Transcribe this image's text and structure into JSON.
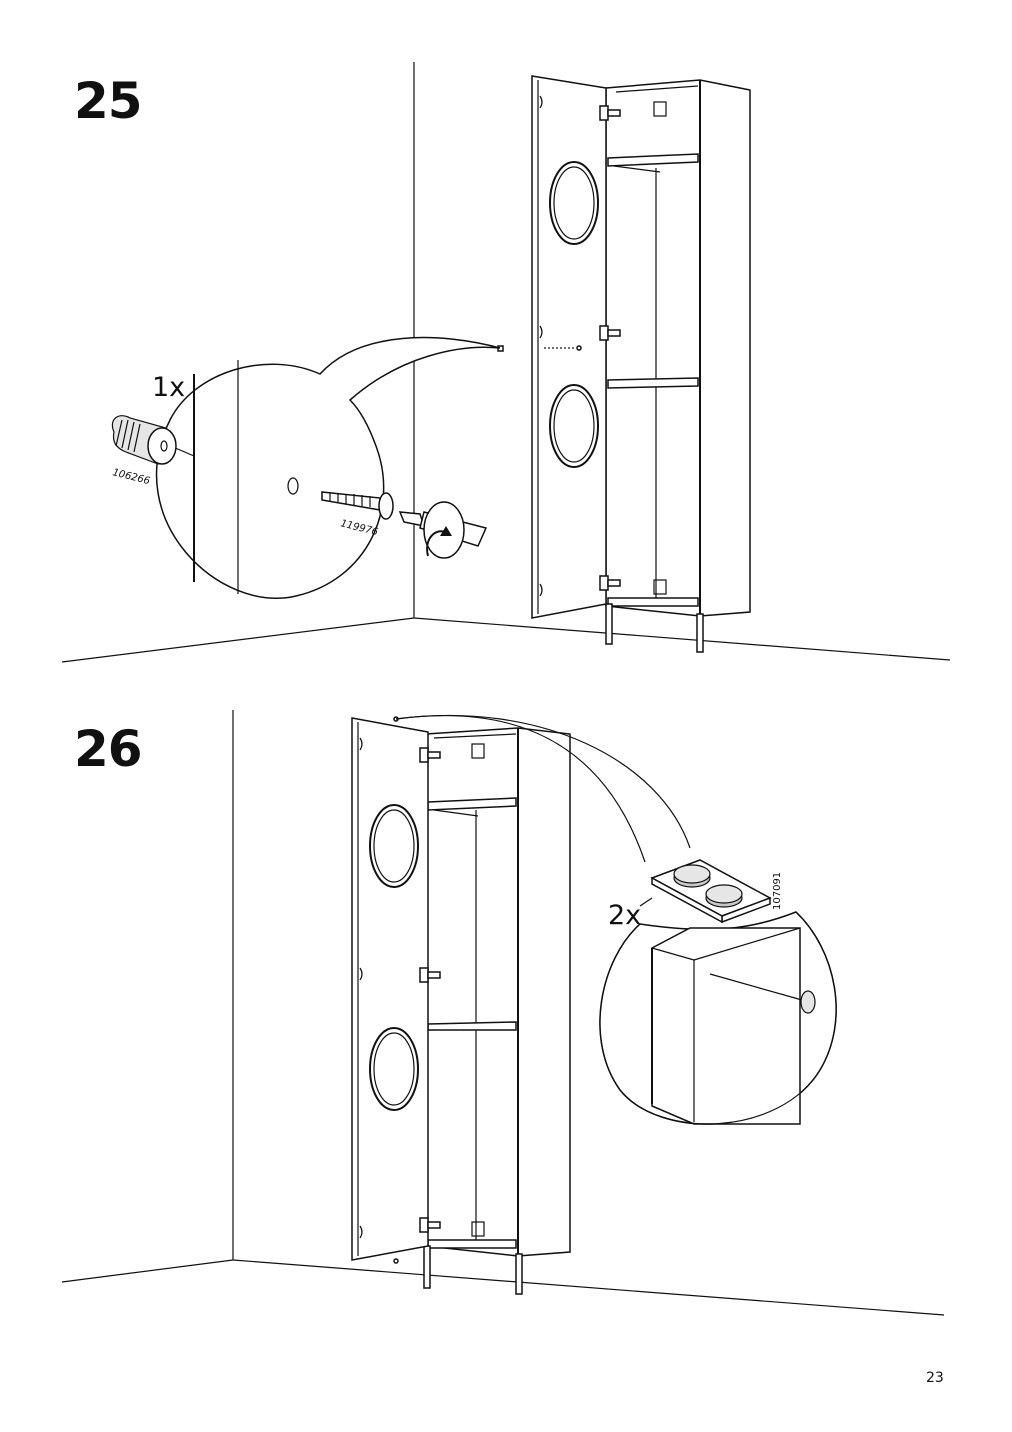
{
  "steps": [
    {
      "number": "25",
      "quantity": "1x",
      "parts": [
        "106266",
        "119976"
      ]
    },
    {
      "number": "26",
      "quantity": "2x",
      "parts": [
        "107091"
      ]
    }
  ],
  "page_number": "23"
}
